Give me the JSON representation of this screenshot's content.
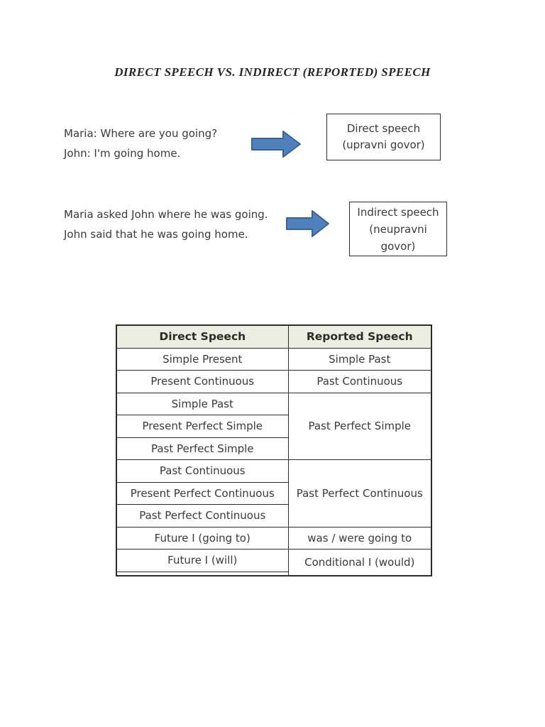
{
  "document": {
    "title": "DIRECT SPEECH VS. INDIRECT (REPORTED) SPEECH"
  },
  "icons": {
    "arrow": "right-block-arrow-icon"
  },
  "colors": {
    "arrow_fill": "#4f81bd",
    "arrow_border": "#3b6292",
    "table_header_bg": "#eeede1",
    "table_border": "#2c2c2c",
    "text": "#3a3a3a",
    "title_text": "#262626",
    "box_border": "#2b2b2b"
  },
  "examples": [
    {
      "lines": [
        "Maria: Where are you going?",
        "John: I'm going home."
      ],
      "box_lines": [
        "Direct speech",
        "(upravni govor)"
      ]
    },
    {
      "lines": [
        "Maria asked John where he was going.",
        "John said that he was going home."
      ],
      "box_lines": [
        "Indirect speech",
        "(neupravni",
        "govor)"
      ]
    }
  ],
  "table": {
    "headers": {
      "direct": "Direct Speech",
      "reported": "Reported Speech"
    },
    "mappings": [
      {
        "direct": [
          "Simple Present"
        ],
        "reported": "Simple Past"
      },
      {
        "direct": [
          "Present Continuous"
        ],
        "reported": "Past Continuous"
      },
      {
        "direct": [
          "Simple Past",
          "Present Perfect Simple",
          "Past Perfect Simple"
        ],
        "reported": "Past Perfect Simple"
      },
      {
        "direct": [
          "Past Continuous",
          "Present Perfect Continuous",
          "Past Perfect Continuous"
        ],
        "reported": "Past Perfect Continuous"
      },
      {
        "direct": [
          "Future I (going to)"
        ],
        "reported": "was / were going to"
      },
      {
        "direct": [
          "Future I (will)"
        ],
        "reported": "Conditional I (would)"
      }
    ]
  }
}
